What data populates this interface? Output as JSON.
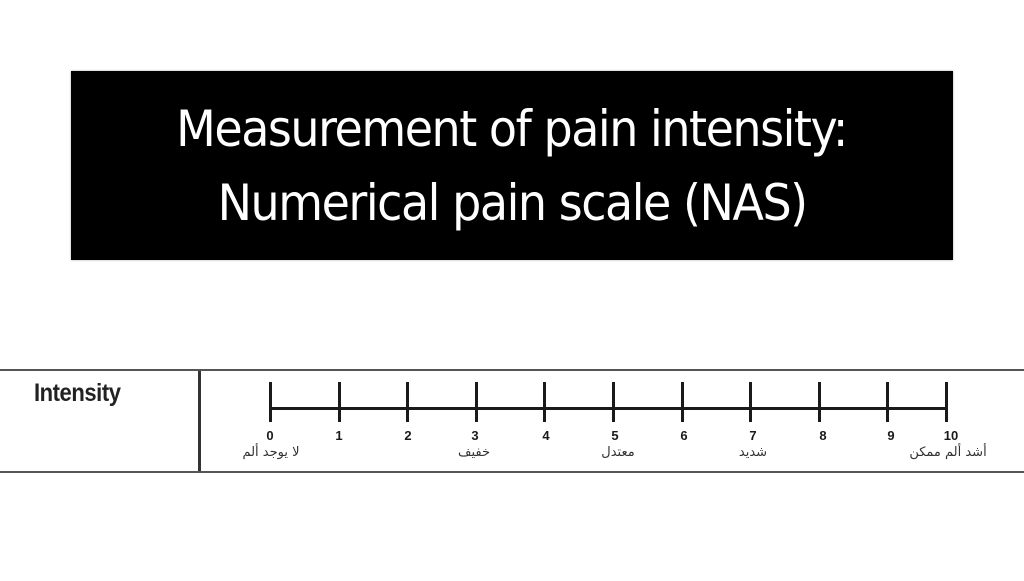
{
  "title": {
    "line1": "Measurement of pain intensity:",
    "line2": "Numerical pain scale (NAS)"
  },
  "scale": {
    "row_label": "Intensity",
    "ticks": [
      {
        "value": "0",
        "label": "لا يوجد ألم"
      },
      {
        "value": "1",
        "label": ""
      },
      {
        "value": "2",
        "label": ""
      },
      {
        "value": "3",
        "label": "خفيف"
      },
      {
        "value": "4",
        "label": ""
      },
      {
        "value": "5",
        "label": "معتدل"
      },
      {
        "value": "6",
        "label": ""
      },
      {
        "value": "7",
        "label": "شديد"
      },
      {
        "value": "8",
        "label": ""
      },
      {
        "value": "9",
        "label": ""
      },
      {
        "value": "10",
        "label": "أشد ألم ممكن"
      }
    ],
    "range": [
      0,
      10
    ]
  },
  "colors": {
    "title_bg": "#000000",
    "title_text": "#ffffff",
    "line": "#1a1a1a"
  }
}
